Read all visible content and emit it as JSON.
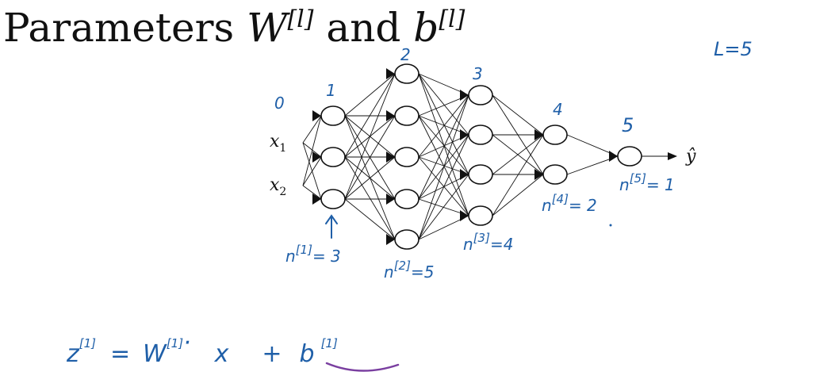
{
  "title": {
    "prefix": "Parameters ",
    "w": "W",
    "w_sup": "[l]",
    "and": " and ",
    "b": "b",
    "b_sup": "[l]"
  },
  "depth_note": "L=5",
  "inputs": [
    {
      "base": "x",
      "sub": "1"
    },
    {
      "base": "x",
      "sub": "2"
    }
  ],
  "output": {
    "label": "ŷ"
  },
  "layers": [
    {
      "index_label": "0",
      "units": 2
    },
    {
      "index_label": "1",
      "units": 3,
      "size_note": {
        "base": "n",
        "sup": "[1]",
        "eq": "= 3"
      }
    },
    {
      "index_label": "2",
      "units": 5,
      "size_note": {
        "base": "n",
        "sup": "[2]",
        "eq": "=5"
      }
    },
    {
      "index_label": "3",
      "units": 4,
      "size_note": {
        "base": "n",
        "sup": "[3]",
        "eq": "=4"
      }
    },
    {
      "index_label": "4",
      "units": 2,
      "size_note": {
        "base": "n",
        "sup": "[4]",
        "eq": "= 2"
      }
    },
    {
      "index_label": "5",
      "units": 1,
      "size_note": {
        "base": "n",
        "sup": "[5]",
        "eq": "= 1"
      }
    }
  ],
  "equation": {
    "z": "z",
    "z_sup": "[1]",
    "eq": "=",
    "w": "W",
    "w_sup": "[1]",
    "dot": "·",
    "x": "x",
    "plus": "+",
    "b": "b",
    "b_sup": "[1]"
  },
  "colors": {
    "ink": "#1f5fa8",
    "underline": "#7a3fa0",
    "network": "#111111"
  }
}
